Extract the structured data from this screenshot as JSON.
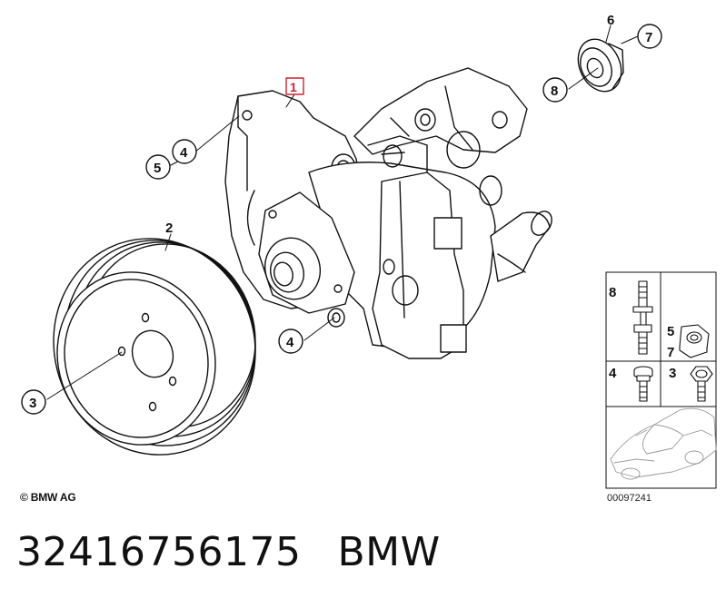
{
  "diagram": {
    "copyright": "© BMW AG",
    "drawing_number": "00097241",
    "callouts": {
      "c1": "1",
      "c2": "2",
      "c3": "3",
      "c4a": "4",
      "c4b": "4",
      "c5": "5",
      "c6": "6",
      "c7": "7",
      "c8": "8"
    },
    "hardware_panel": {
      "c8": "8",
      "c5": "5",
      "c7": "7",
      "c4": "4",
      "c3": "3"
    }
  },
  "footer": {
    "part_number": "32416756175",
    "brand": "BMW"
  }
}
